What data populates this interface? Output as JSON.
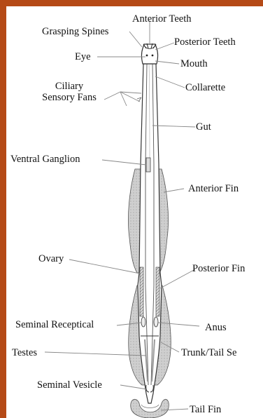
{
  "labels": {
    "anterior_teeth": "Anterior Teeth",
    "grasping_spines": "Grasping Spines",
    "posterior_teeth": "Posterior Teeth",
    "eye": "Eye",
    "mouth": "Mouth",
    "ciliary_line1": "Ciliary",
    "ciliary_line2": "Sensory Fans",
    "collarette": "Collarette",
    "gut": "Gut",
    "ventral_ganglion": "Ventral Ganglion",
    "anterior_fin": "Anterior Fin",
    "ovary": "Ovary",
    "posterior_fin": "Posterior Fin",
    "seminal_receptical": "Seminal Receptical",
    "anus": "Anus",
    "testes": "Testes",
    "trunk_tail": "Trunk/Tail Se",
    "seminal_vesicle": "Seminal Vesicle",
    "tail_fin": "Tail Fin"
  },
  "colors": {
    "frame": "#b54a17",
    "fin_fill": "#c9c9c9",
    "body_stroke": "#333333"
  }
}
